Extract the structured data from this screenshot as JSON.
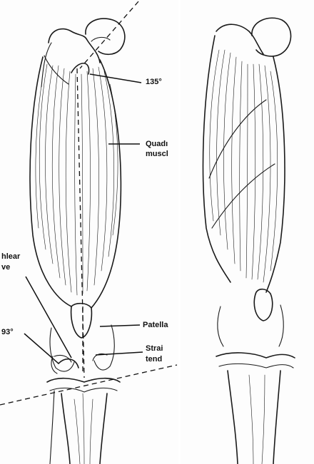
{
  "labels": {
    "angle_135": "135°",
    "quadriceps_line1": "Quadı",
    "quadriceps_line2": "muscl",
    "trochlear_line1": "hlear",
    "trochlear_line2": "ve",
    "angle_93": "93°",
    "patella": "Patella",
    "straight_line1": "Strai",
    "straight_line2": "tend"
  },
  "colors": {
    "ink": "#1a1a1a",
    "paper": "#ffffff"
  }
}
